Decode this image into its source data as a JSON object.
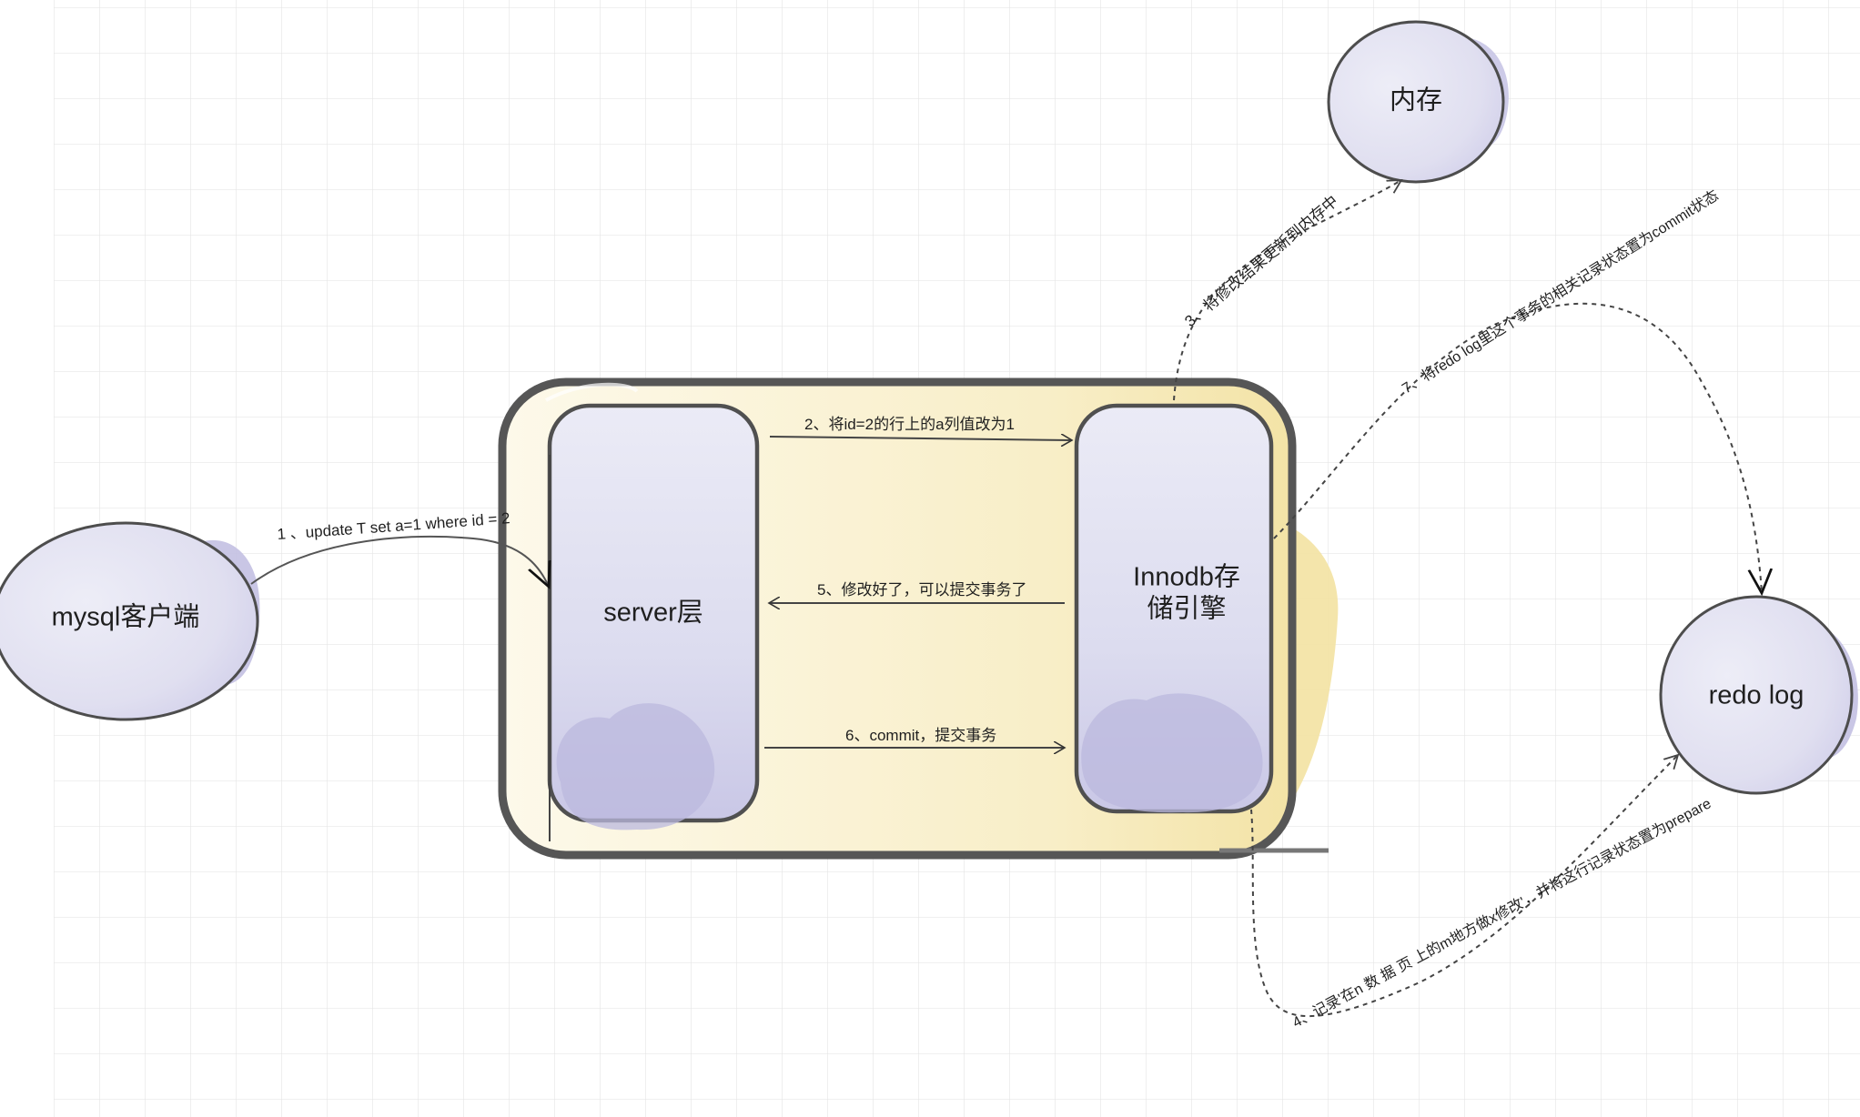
{
  "nodes": {
    "client": "mysql客户端",
    "server": "server层",
    "innodb_line1": "Innodb存",
    "innodb_line2": "储引擎",
    "memory": "内存",
    "redo_log": "redo log"
  },
  "edges": {
    "step1": "1 、update T set a=1 where id = 2",
    "step2": "2、将id=2的行上的a列值改为1",
    "step3": "3、将修改结果更新到内存中",
    "step4": "4、记录'在n 数 据 页 上的m地方做x修改'，并将这行记录状态置为prepare",
    "step5": "5、修改好了，可以提交事务了",
    "step6": "6、commit，提交事务",
    "step7": "7、将redo log里这个事务的相关记录状态置为commit状态"
  },
  "colors": {
    "node_fill": "#e4e4f2",
    "node_shade": "#bdbbe0",
    "container_fill": "#fbf3d6",
    "container_shade": "#f1dc98",
    "outline": "#555555",
    "grid": "#e6e6e6"
  }
}
